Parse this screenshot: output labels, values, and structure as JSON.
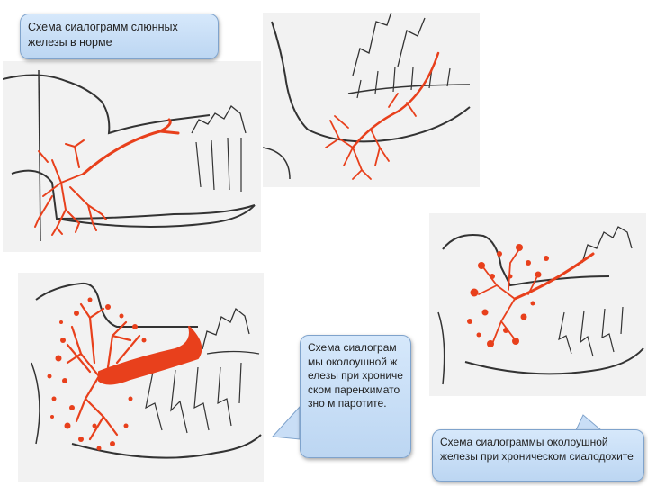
{
  "labels": {
    "normal": "Схема сиалограмм слюнных железы в норме",
    "parenchymatous": "Схема сиалограммы околоушной железы при хроническом паренхиматозно м паротите.",
    "sialodochitis": "Схема сиалограммы околоушной железы при хроническом сиалодохите"
  },
  "colors": {
    "duct": "#e8401c",
    "bone_line": "#333333",
    "panel_bg": "#f2f2f2",
    "callout_bg": "#c9def6"
  }
}
